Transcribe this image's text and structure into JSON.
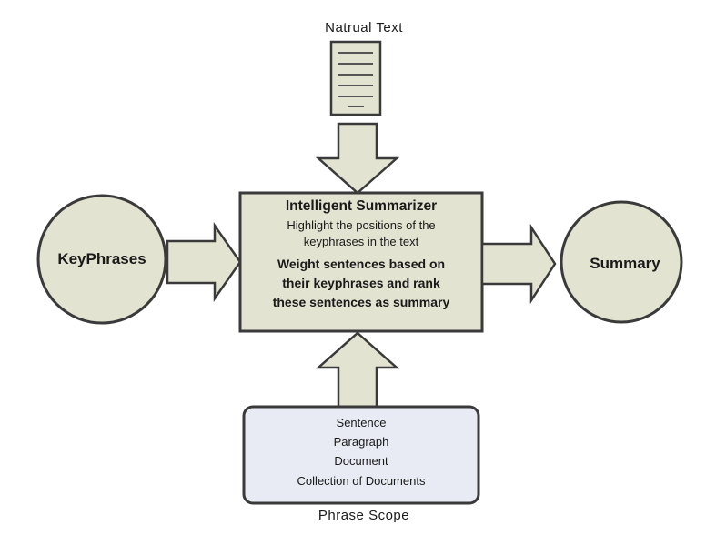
{
  "top_label": "Natrual Text",
  "left_circle": "KeyPhrases",
  "right_circle": "Summary",
  "center_box": {
    "title": "Intelligent Summarizer",
    "normal_lines": [
      "Highlight the positions of the",
      "keyphrases in the text"
    ],
    "bold_lines": [
      "Weight sentences based on",
      "their keyphrases and rank",
      "these sentences as summary"
    ]
  },
  "scope_box": {
    "items": [
      "Sentence",
      "Paragraph",
      "Document",
      "Collection of Documents"
    ]
  },
  "bottom_label": "Phrase Scope",
  "colors": {
    "shape_fill": "#e3e3d1",
    "scope_fill": "#e8ebf4",
    "outline": "#3a3a3a"
  }
}
